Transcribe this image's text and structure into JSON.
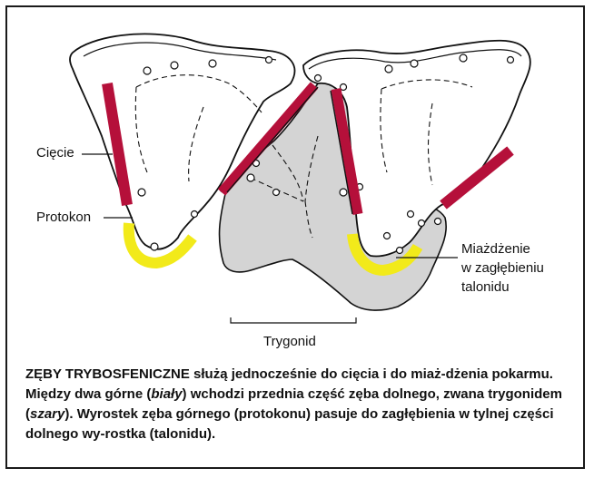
{
  "labels": {
    "shearing": "Cięcie",
    "protocone": "Protokon",
    "crushing_line1": "Miażdżenie",
    "crushing_line2": "w zagłębieniu",
    "crushing_line3": "talonidu",
    "trigonid": "Trygonid"
  },
  "caption": {
    "title": "ZĘBY TRYBOSFENICZNE",
    "part1": " służą jednocześnie do cięcia i do miaż-dżenia pokarmu. Między dwa górne (",
    "upper_em": "biały",
    "part2": ") wchodzi przednia część zęba dolnego, zwana trygonidem (",
    "lower_em": "szary",
    "part3": "). Wyrostek zęba górnego (protokonu) pasuje do zagłębienia w tylnej części dolnego wy-rostka (talonidu)."
  },
  "colors": {
    "shear": "#b5103a",
    "crush": "#f2ea1a",
    "lower_tooth": "#d4d4d4",
    "upper_tooth": "#ffffff",
    "outline": "#111111"
  }
}
